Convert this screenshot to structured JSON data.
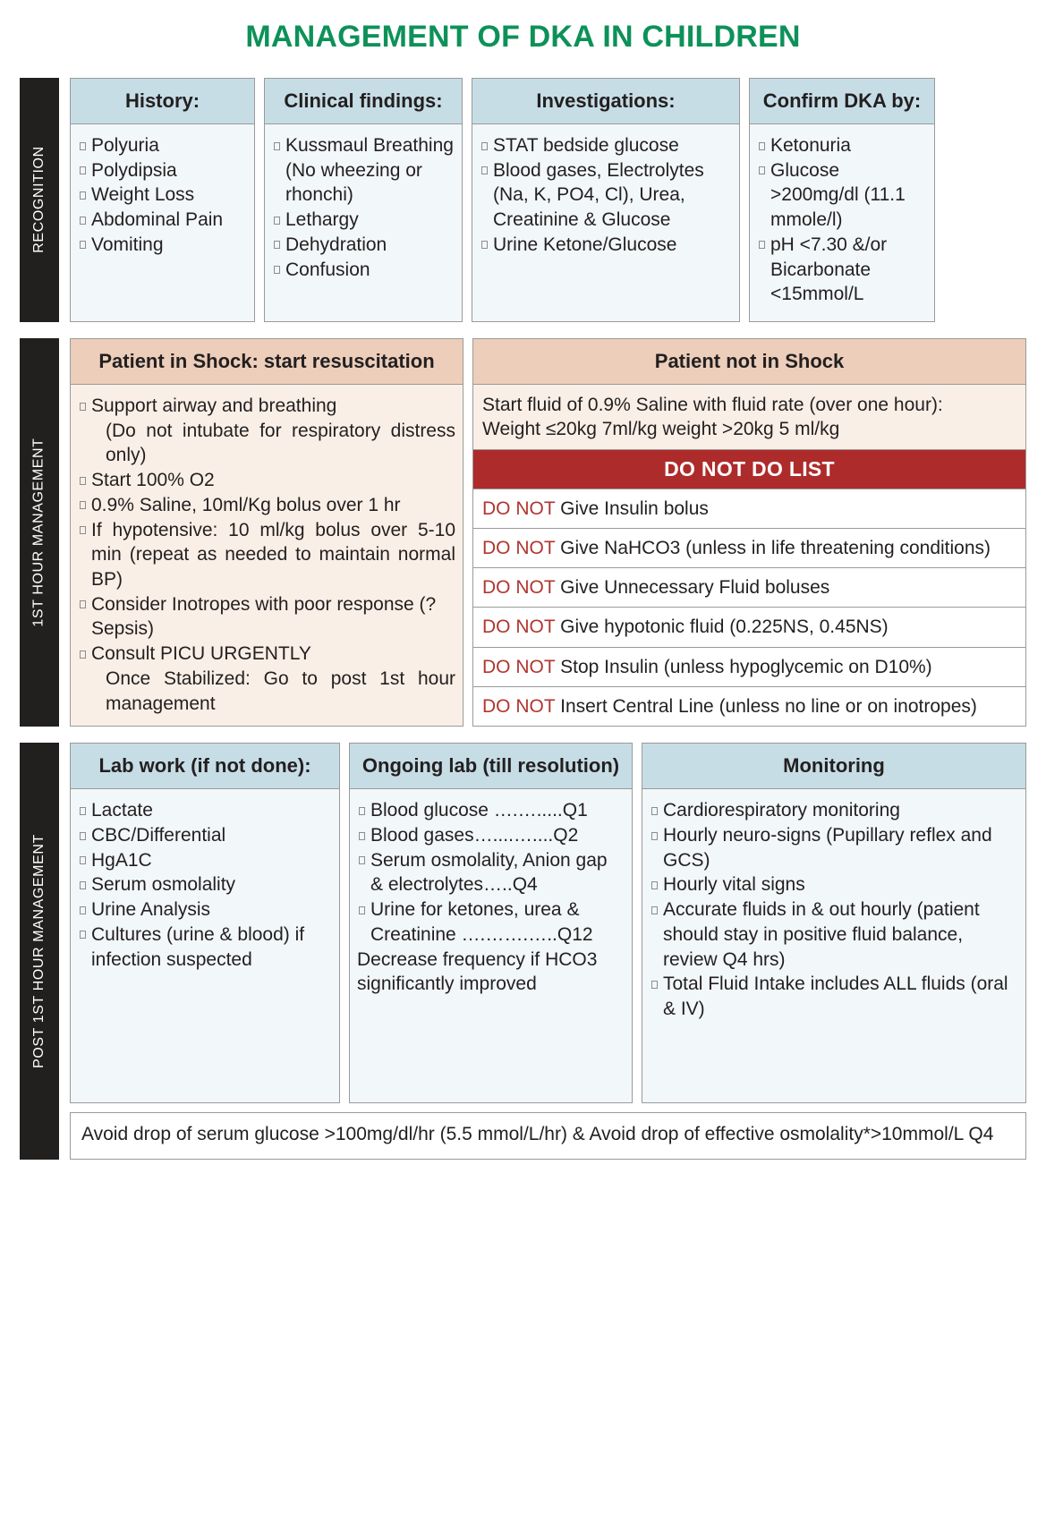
{
  "title": "MANAGEMENT OF DKA IN CHILDREN",
  "accent_colors": {
    "title_green": "#0d9159",
    "band_black": "#221f1f",
    "header_blue": "#c6dde6",
    "header_peach": "#ecceba",
    "body_blue": "#f2f7f9",
    "body_peach": "#faefe6",
    "donot_red": "#ae2b2b",
    "donot_text_red": "#b0362f"
  },
  "sections": {
    "recognition": {
      "band_label": "RECOGNITION",
      "columns": [
        {
          "header": "History:",
          "items": [
            "Polyuria",
            "Polydipsia",
            "Weight Loss",
            "Abdominal Pain",
            "Vomiting"
          ]
        },
        {
          "header": "Clinical findings:",
          "items": [
            "Kussmaul Breathing (No wheezing or rhonchi)",
            "Lethargy",
            "Dehydration",
            "Confusion"
          ]
        },
        {
          "header": "Investigations:",
          "items": [
            "STAT bedside glucose",
            "Blood gases, Electrolytes (Na, K, PO4, Cl), Urea, Creatinine & Glucose",
            "Urine Ketone/Glucose"
          ]
        },
        {
          "header": "Confirm DKA by:",
          "items": [
            "Ketonuria",
            "Glucose >200mg/dl (11.1 mmole/l)",
            "pH <7.30 &/or Bicarbonate <15mmol/L"
          ]
        }
      ]
    },
    "first_hour": {
      "band_label": "1ST HOUR MANAGEMENT",
      "shock": {
        "header": "Patient in Shock: start resuscitation",
        "items": [
          {
            "main": "Support airway and breathing",
            "sub": "(Do not intubate for respiratory distress only)"
          },
          {
            "main": "Start 100% O2",
            "sub": ""
          },
          {
            "main": "0.9% Saline, 10ml/Kg bolus over 1 hr",
            "sub": ""
          },
          {
            "main": "If hypotensive: 10 ml/kg bolus over 5-10 min (repeat as needed to maintain normal BP)",
            "sub": ""
          },
          {
            "main": "Consider Inotropes with poor response (? Sepsis)",
            "sub": ""
          },
          {
            "main": "Consult PICU URGENTLY",
            "sub": "Once Stabilized: Go to post 1st hour management"
          }
        ]
      },
      "no_shock": {
        "header": "Patient not in Shock",
        "intro_line1": "Start fluid of 0.9% Saline with fluid rate (over one hour):",
        "intro_line2": "Weight ≤20kg  7ml/kg     weight  >20kg 5 ml/kg",
        "donot_header": "DO NOT DO LIST",
        "donot_prefix": "DO NOT",
        "donot_items": [
          "Give Insulin bolus",
          "Give NaHCO3 (unless in life threatening conditions)",
          "Give Unnecessary Fluid boluses",
          "Give hypotonic fluid (0.225NS, 0.45NS)",
          "Stop Insulin (unless hypoglycemic on D10%)",
          "Insert Central Line (unless no line or on inotropes)"
        ]
      }
    },
    "post_first_hour": {
      "band_label": "POST 1ST HOUR MANAGEMENT",
      "columns": [
        {
          "header": "Lab work (if not done):",
          "items": [
            "Lactate",
            "CBC/Differential",
            "HgA1C",
            "Serum osmolality",
            "Urine Analysis",
            "Cultures (urine & blood) if infection suspected"
          ]
        },
        {
          "header": "Ongoing lab (till resolution)",
          "items": [
            "Blood glucose ….….....Q1",
            "Blood gases…....…....Q2",
            "Serum osmolality, Anion gap & electrolytes…..Q4",
            "Urine for ketones, urea & Creatinine ….…….…..Q12"
          ],
          "trailing_text": "Decrease frequency if HCO3 significantly improved"
        },
        {
          "header": "Monitoring",
          "items": [
            "Cardiorespiratory monitoring",
            "Hourly neuro-signs (Pupillary reflex and GCS)",
            "Hourly vital signs",
            "Accurate fluids in & out hourly (patient should stay in positive fluid balance, review Q4 hrs)",
            "Total Fluid Intake includes ALL fluids (oral & IV)"
          ]
        }
      ],
      "footnote": "Avoid drop of serum glucose >100mg/dl/hr (5.5 mmol/L/hr) & Avoid drop of effective osmolality*>10mmol/L Q4"
    }
  }
}
